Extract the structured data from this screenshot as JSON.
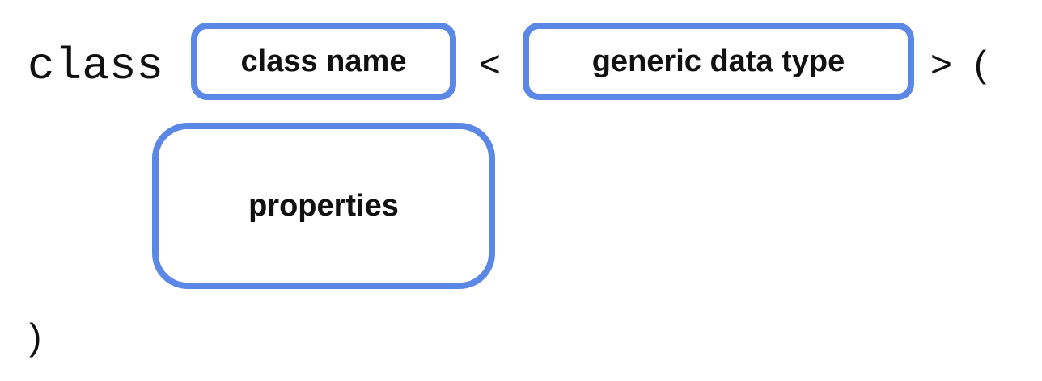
{
  "keyword": "class",
  "class_name_box": {
    "label": "class name"
  },
  "open_angle": "<",
  "generic_type_box": {
    "label": "generic data type"
  },
  "close_angle": ">",
  "open_paren": "(",
  "properties_box": {
    "label": "properties"
  },
  "close_paren": ")",
  "colors": {
    "box_border": "#5b87e6",
    "text": "#111111",
    "background": "#ffffff"
  }
}
